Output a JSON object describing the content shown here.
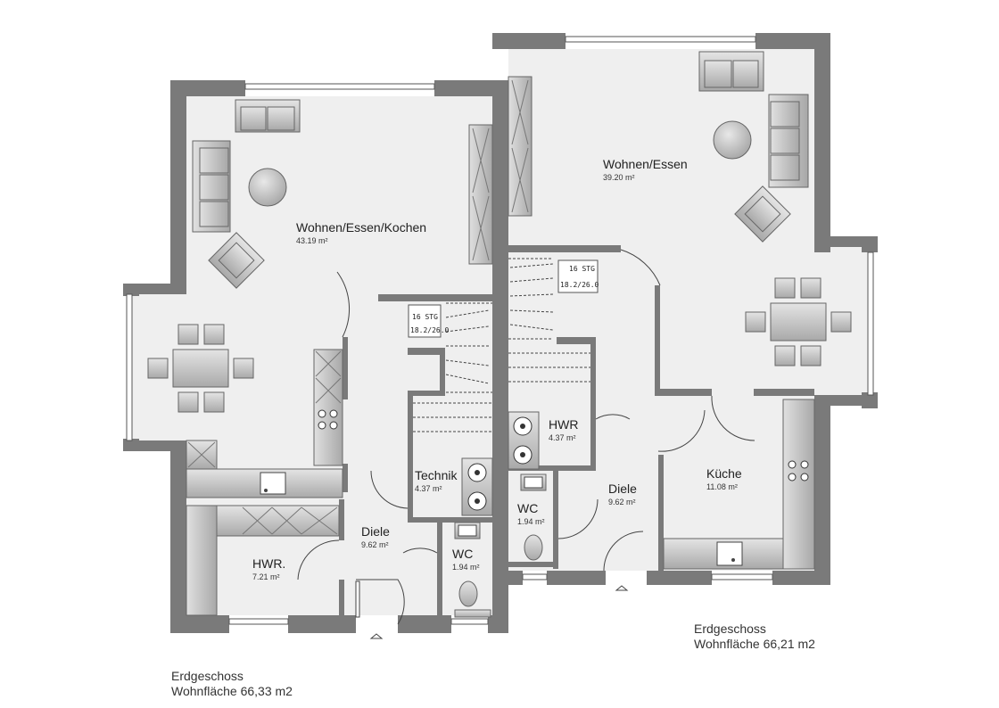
{
  "plan": {
    "left_unit": {
      "rooms": [
        {
          "key": "wohnen",
          "name": "Wohnen/Essen/Kochen",
          "area": "43.19 m²"
        },
        {
          "key": "technik",
          "name": "Technik",
          "area": "4.37 m²"
        },
        {
          "key": "diele",
          "name": "Diele",
          "area": "9.62 m²"
        },
        {
          "key": "wc",
          "name": "WC",
          "area": "1.94 m²"
        },
        {
          "key": "hwr",
          "name": "HWR.",
          "area": "7.21 m²"
        }
      ],
      "stair": {
        "steps": "16 STG",
        "ratio": "18.2/26.0"
      },
      "caption": {
        "floor": "Erdgeschoss",
        "area": "Wohnfläche 66,33 m2"
      }
    },
    "right_unit": {
      "rooms": [
        {
          "key": "wohnen",
          "name": "Wohnen/Essen",
          "area": "39.20 m²"
        },
        {
          "key": "hwr",
          "name": "HWR",
          "area": "4.37 m²"
        },
        {
          "key": "wc",
          "name": "WC",
          "area": "1.94 m²"
        },
        {
          "key": "diele",
          "name": "Diele",
          "area": "9.62 m²"
        },
        {
          "key": "kueche",
          "name": "Küche",
          "area": "11.08 m²"
        }
      ],
      "stair": {
        "steps": "16 STG",
        "ratio": "18.2/26.0"
      },
      "caption": {
        "floor": "Erdgeschoss",
        "area": "Wohnfläche 66,21 m2"
      }
    },
    "colors": {
      "wall": "#7a7a7a",
      "floor": "#efefef",
      "furniture": "#bdbdbd",
      "line": "#444444"
    }
  }
}
